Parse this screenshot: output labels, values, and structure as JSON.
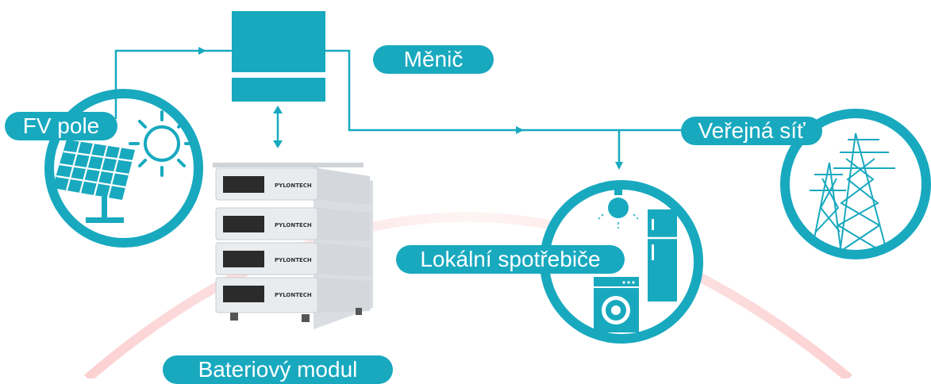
{
  "labels": {
    "inverter": "Měnič",
    "pv": "FV pole",
    "grid": "Veřejná síť",
    "loads": "Lokální spotřebiče",
    "battery": "Bateriový modul"
  },
  "battery_brand": "PYLONTECH",
  "colors": {
    "accent": "#18a9bf",
    "arc": "#f0484a",
    "battery_case": "#e9ecef",
    "battery_panel": "#2b2b2b"
  },
  "icons": [
    "inverter-icon",
    "solar-panel-icon",
    "sun-icon",
    "battery-stack",
    "light-bulb-icon",
    "fridge-icon",
    "washing-machine-icon",
    "power-pylon-icon"
  ]
}
